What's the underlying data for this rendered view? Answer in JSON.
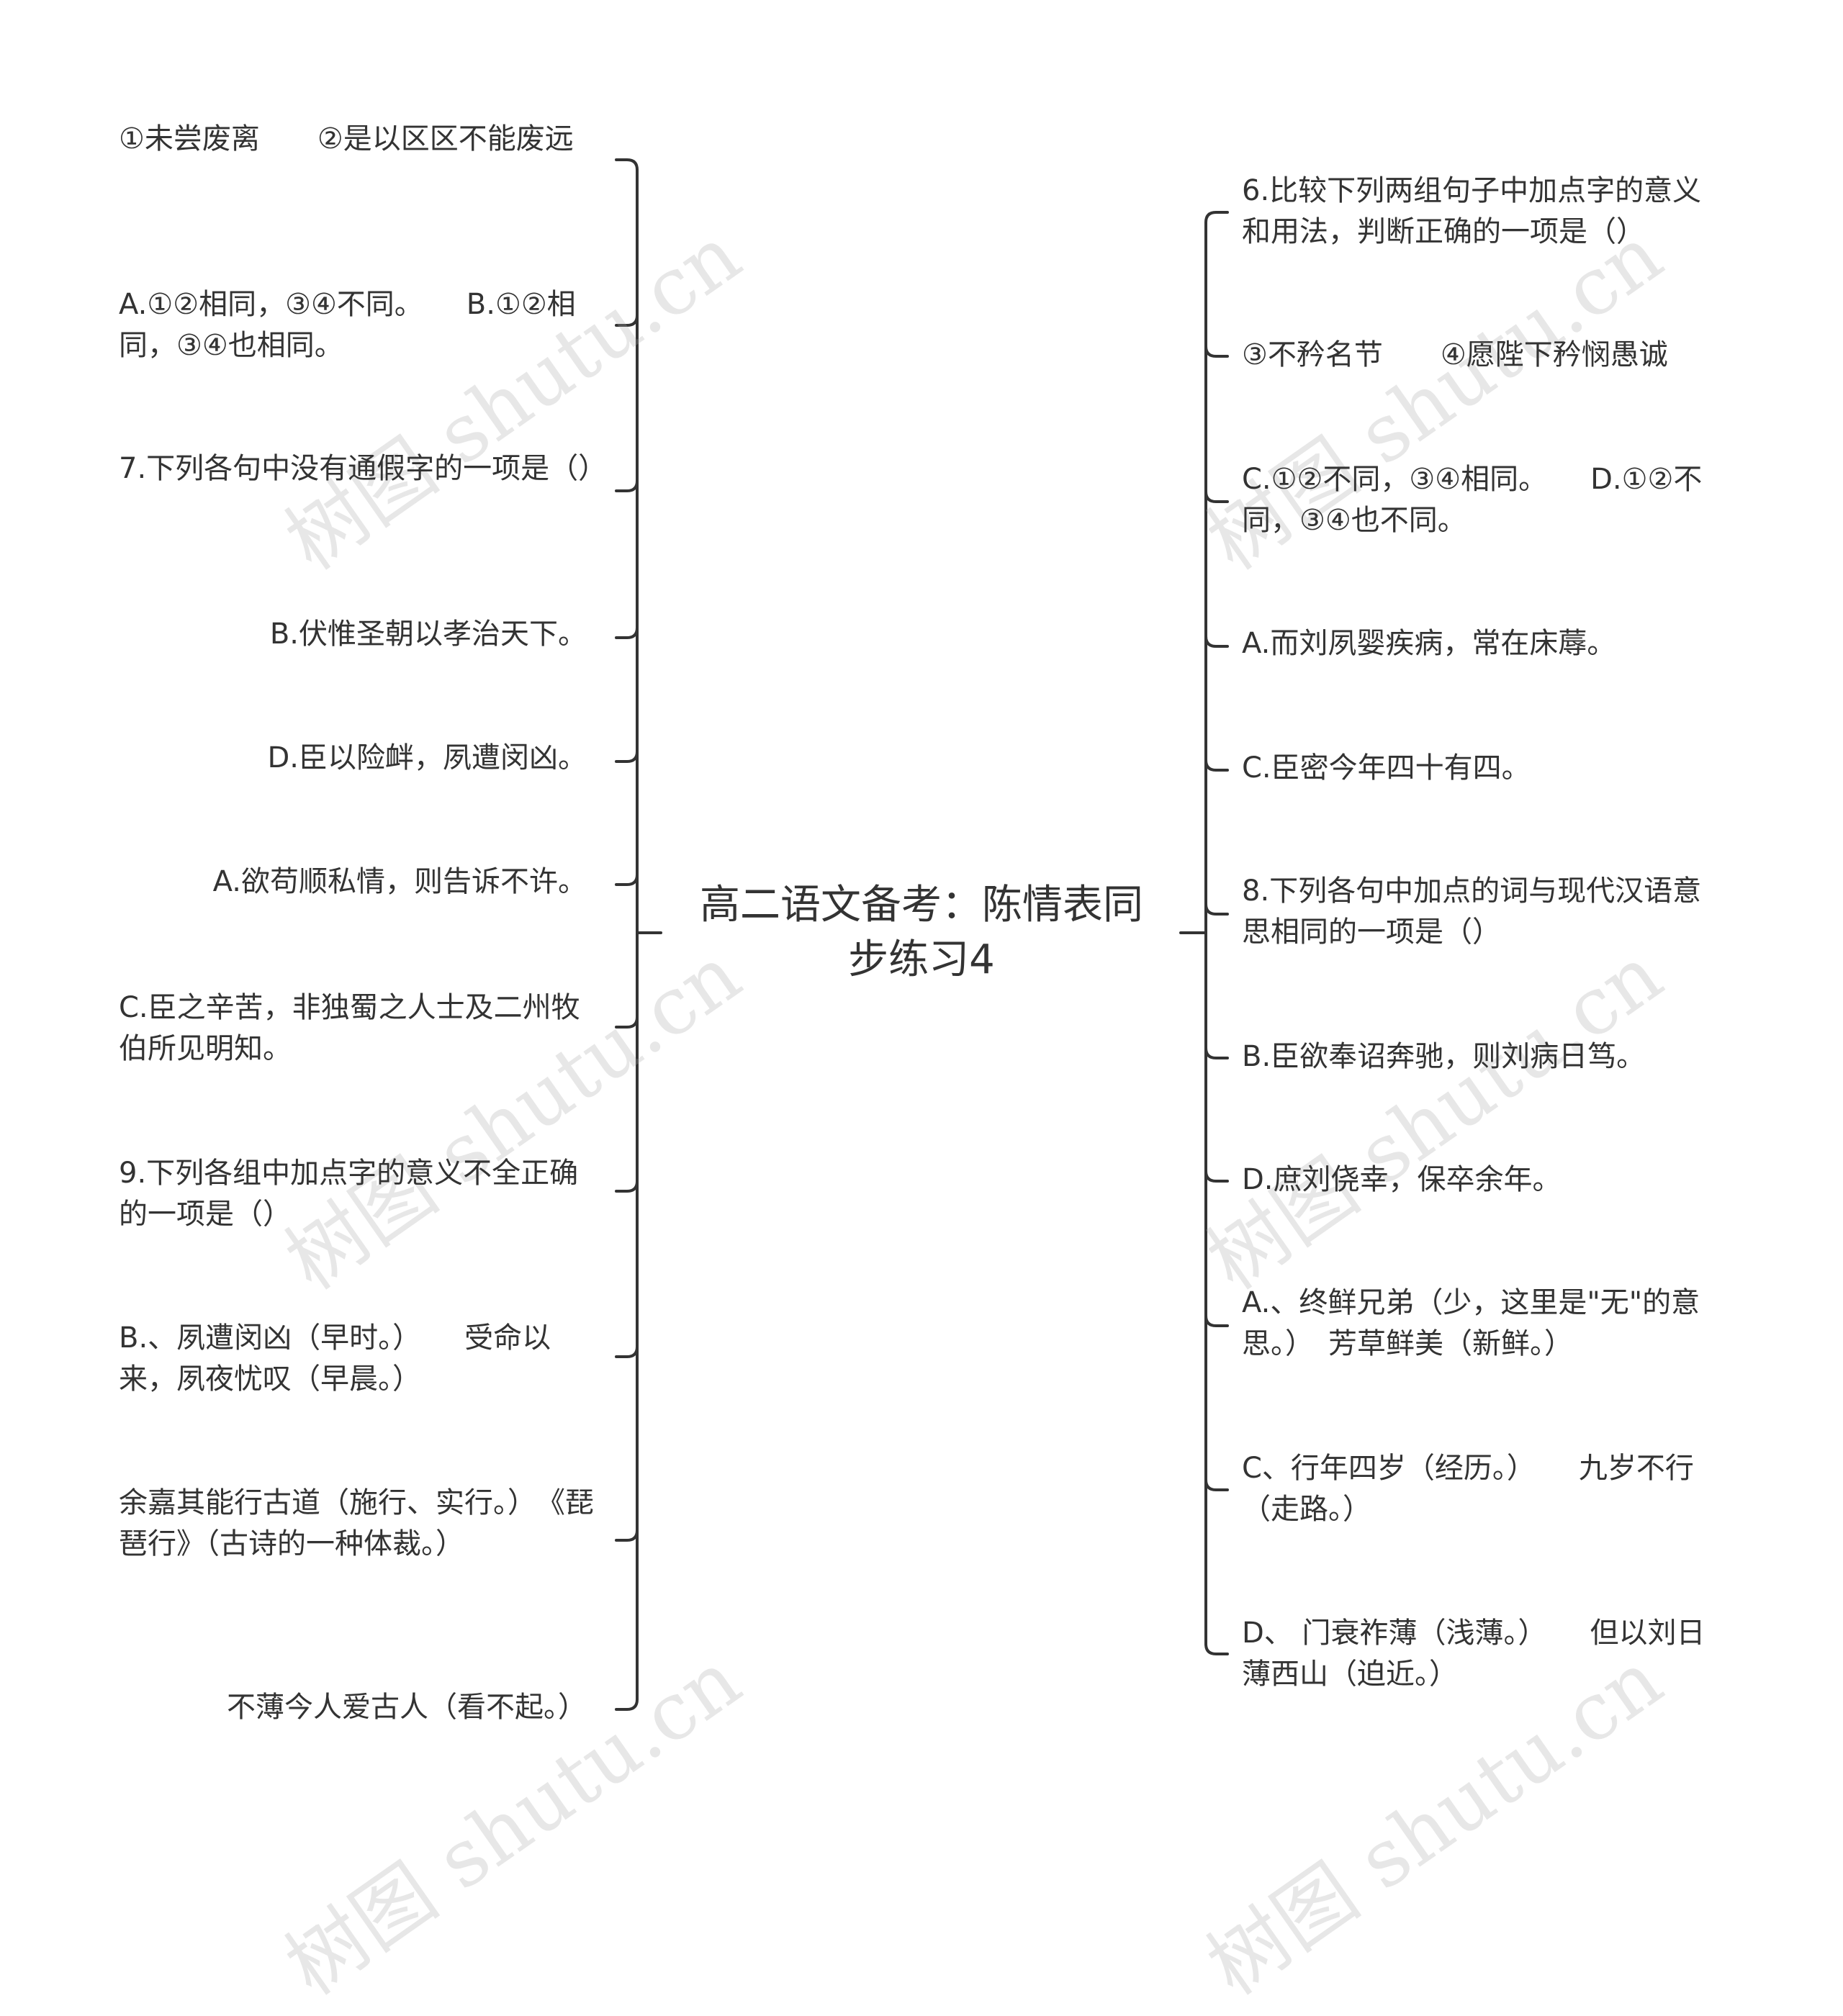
{
  "root": {
    "title": "高二语文备考：陈情表同步练习4"
  },
  "left_nodes": [
    "①未尝废离　　②是以区区不能废远",
    "A.①②相同，③④不同。　　B.①②相同，③④也相同。",
    "7.下列各句中没有通假字的一项是（）",
    "B.伏惟圣朝以孝治天下。",
    "D.臣以险衅，夙遭闵凶。",
    "A.欲苟顺私情，则告诉不许。",
    "C.臣之辛苦，非独蜀之人士及二州牧伯所见明知。",
    "9.下列各组中加点字的意义不全正确的一项是（）",
    "B.、夙遭闵凶（早时。）　　受命以来，夙夜忧叹（早晨。）",
    "余嘉其能行古道（施行、实行。）　《琵琶行》（古诗的一种体裁。）",
    "不薄今人爱古人（看不起。）"
  ],
  "right_nodes": [
    "6.比较下列两组句子中加点字的意义和用法，判断正确的一项是（）",
    "③不矜名节　　④愿陛下矜悯愚诚",
    "C.①②不同，③④相同。　　D.①②不同，③④也不同。",
    "A.而刘夙婴疾病，常在床蓐。",
    "C.臣密今年四十有四。",
    "8.下列各句中加点的词与现代汉语意思相同的一项是（）",
    "B.臣欲奉诏奔驰，则刘病日笃。",
    "D.庶刘侥幸，保卒余年。",
    "A.、终鲜兄弟（少，这里是\"无\"的意思。）　芳草鲜美（新鲜。）",
    "C、行年四岁（经历。）　　九岁不行（走路。）",
    "D、 门衰祚薄（浅薄。）　　但以刘日薄西山（迫近。）"
  ],
  "watermark": {
    "text": "树图 shutu.cn"
  },
  "colors": {
    "line": "#333333",
    "text": "#333333",
    "background": "#ffffff"
  }
}
